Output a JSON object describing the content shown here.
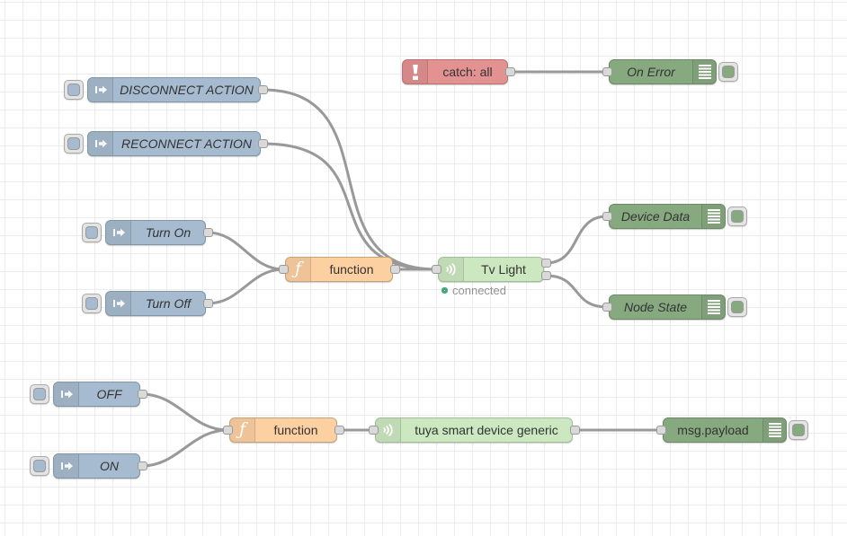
{
  "app": "node-red-flow-editor",
  "palette_colors": {
    "inject": "#a6bbcf",
    "function": "#fdd0a2",
    "debug": "#87a980",
    "catch": "#e49191",
    "tuya_device": "#cbe8c0",
    "wire": "#999999",
    "grid_line": "#ececec",
    "status_green": "#47a878"
  },
  "nodes": {
    "disconnect": {
      "label": "DISCONNECT ACTION",
      "type": "inject"
    },
    "reconnect": {
      "label": "RECONNECT ACTION",
      "type": "inject"
    },
    "turn_on": {
      "label": "Turn On",
      "type": "inject"
    },
    "turn_off": {
      "label": "Turn Off",
      "type": "inject"
    },
    "function1": {
      "label": "function",
      "type": "function"
    },
    "tv_light": {
      "label": "Tv Light",
      "type": "tuya-device",
      "status": "connected"
    },
    "catch_all": {
      "label": "catch: all",
      "type": "catch"
    },
    "on_error": {
      "label": "On Error",
      "type": "debug"
    },
    "device_data": {
      "label": "Device Data",
      "type": "debug"
    },
    "node_state": {
      "label": "Node State",
      "type": "debug"
    },
    "off": {
      "label": "OFF",
      "type": "inject"
    },
    "on": {
      "label": "ON",
      "type": "inject"
    },
    "function2": {
      "label": "function",
      "type": "function"
    },
    "tuya_generic": {
      "label": "tuya smart device generic",
      "type": "tuya-device"
    },
    "msg_payload": {
      "label": "msg.payload",
      "type": "debug"
    }
  }
}
